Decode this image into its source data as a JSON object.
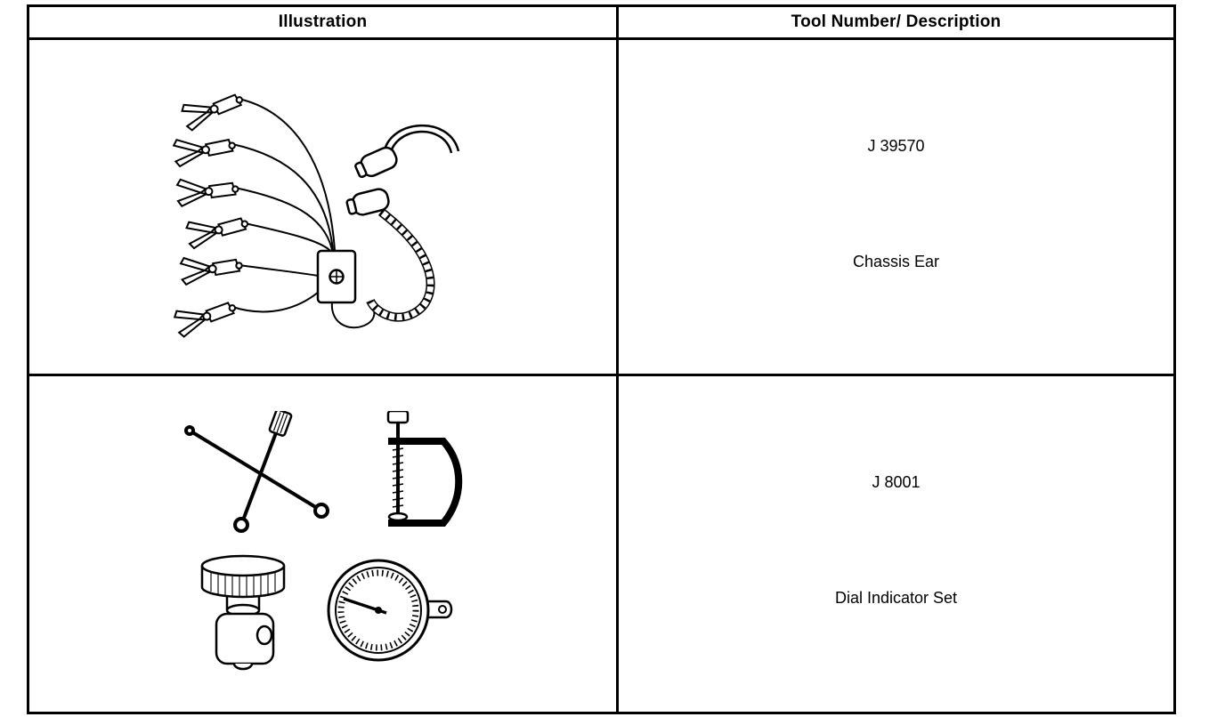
{
  "colors": {
    "border": "#000000",
    "background": "#ffffff",
    "text": "#000000"
  },
  "table": {
    "headers": [
      "Illustration",
      "Tool Number/ Description"
    ],
    "rows": [
      {
        "illustration": "chassis-ear-line-drawing",
        "tool_number": "J 39570",
        "description": "Chassis Ear"
      },
      {
        "illustration": "dial-indicator-set-line-drawing",
        "tool_number": "J 8001",
        "description": "Dial Indicator Set"
      }
    ]
  }
}
